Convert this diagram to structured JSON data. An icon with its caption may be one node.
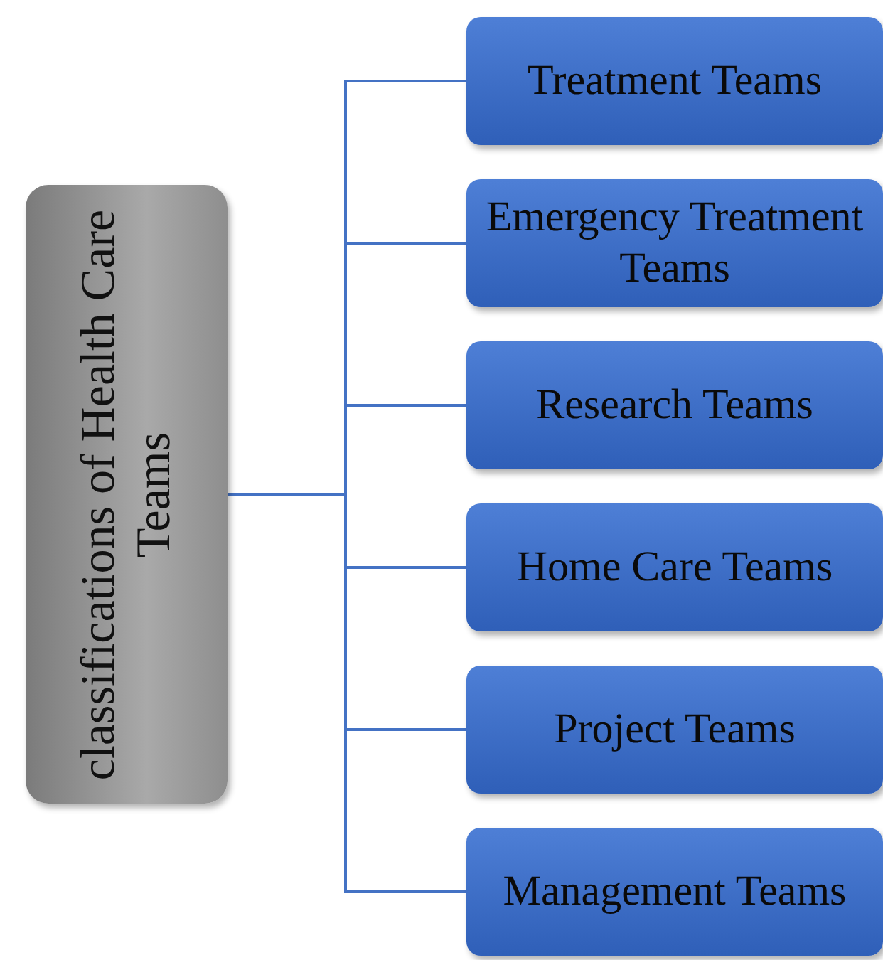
{
  "diagram": {
    "nodes": [
      {
        "text": [
          "classifications of Health Care Teams"
        ]
      },
      {
        "text": [
          "Treatment Teams"
        ]
      },
      {
        "text": [
          "Emergency Treatment Teams"
        ]
      },
      {
        "text": [
          "Research Teams"
        ]
      },
      {
        "text": [
          "Home Care Teams"
        ]
      },
      {
        "text": [
          "Project Teams"
        ]
      },
      {
        "text": [
          "Management Teams"
        ]
      }
    ],
    "edges": [
      {
        "from": 0,
        "to": 1,
        "arrow": "none"
      },
      {
        "from": 0,
        "to": 2,
        "arrow": "none"
      },
      {
        "from": 0,
        "to": 3,
        "arrow": "none"
      },
      {
        "from": 0,
        "to": 4,
        "arrow": "none"
      },
      {
        "from": 0,
        "to": 5,
        "arrow": "none"
      },
      {
        "from": 0,
        "to": 6,
        "arrow": "none"
      }
    ]
  }
}
